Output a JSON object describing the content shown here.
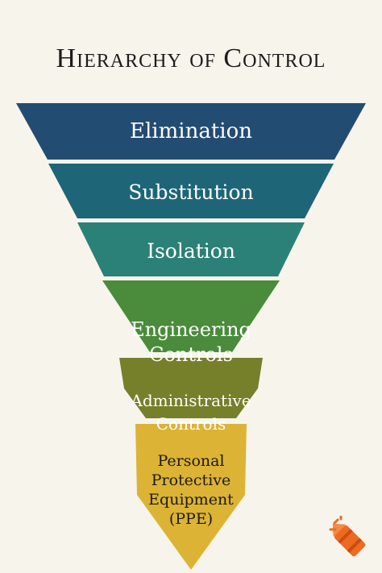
{
  "title": "Hierarchy of Control",
  "levels": [
    {
      "label": "Elimination",
      "color": "#234c72",
      "text_color": "#ffffff"
    },
    {
      "label": "Substitution",
      "color": "#1e6577",
      "text_color": "#ffffff"
    },
    {
      "label": "Isolation",
      "color": "#2b8077",
      "text_color": "#ffffff"
    },
    {
      "label": "Engineering\nControls",
      "color": "#4a8b3c",
      "text_color": "#ffffff"
    },
    {
      "label": "Administrative\nControls",
      "color": "#767f2a",
      "text_color": "#ffffff"
    },
    {
      "label": "Personal\nProtective\nEquipment\n(PPE)",
      "color": "#dcb334",
      "text_color": "#1b1b1b"
    }
  ],
  "logo_icon": "crayon-icon",
  "logo_color": "#ee6a21"
}
